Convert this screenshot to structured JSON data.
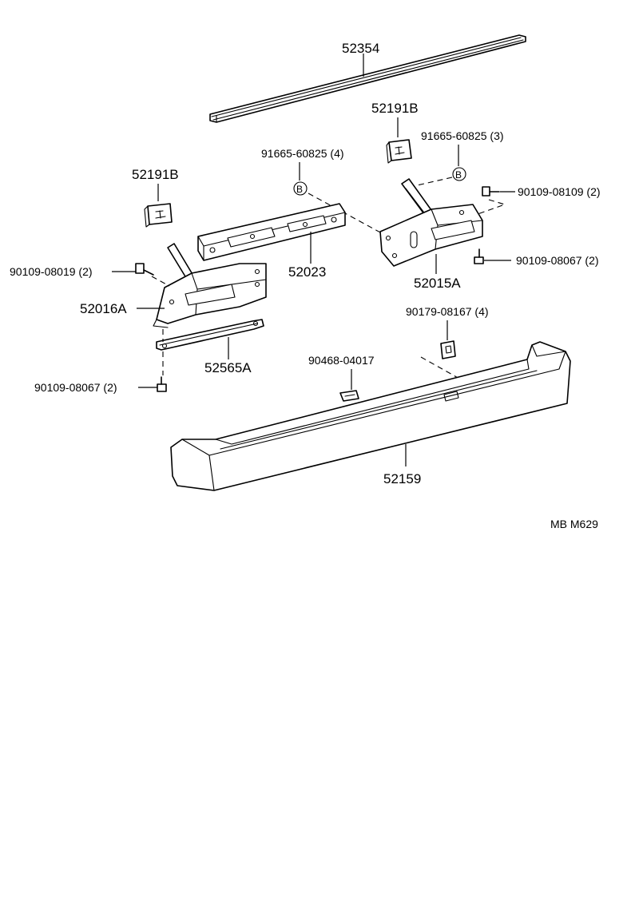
{
  "parts": {
    "p52354": "52354",
    "p52191B_right": "52191B",
    "p52191B_left": "52191B",
    "p91665_4": "91665-60825 (4)",
    "p91665_3": "91665-60825 (3)",
    "p90109_08109": "90109-08109 (2)",
    "p90109_08019": "90109-08019 (2)",
    "p52023": "52023",
    "p52015A": "52015A",
    "p90109_08067_right": "90109-08067 (2)",
    "p52016A": "52016A",
    "p90179": "90179-08167 (4)",
    "p52565A": "52565A",
    "p90468": "90468-04017",
    "p90109_08067_left": "90109-08067 (2)",
    "p52159": "52159"
  },
  "markers": {
    "b_left": "B",
    "b_right": "B"
  },
  "footer": {
    "code": "MB  M629"
  },
  "icons": [
    "bumper-icon",
    "reinforcement-icon",
    "bracket-icon",
    "bolt-icon",
    "clip-icon",
    "stay-icon",
    "molding-icon",
    "cushion-icon"
  ]
}
